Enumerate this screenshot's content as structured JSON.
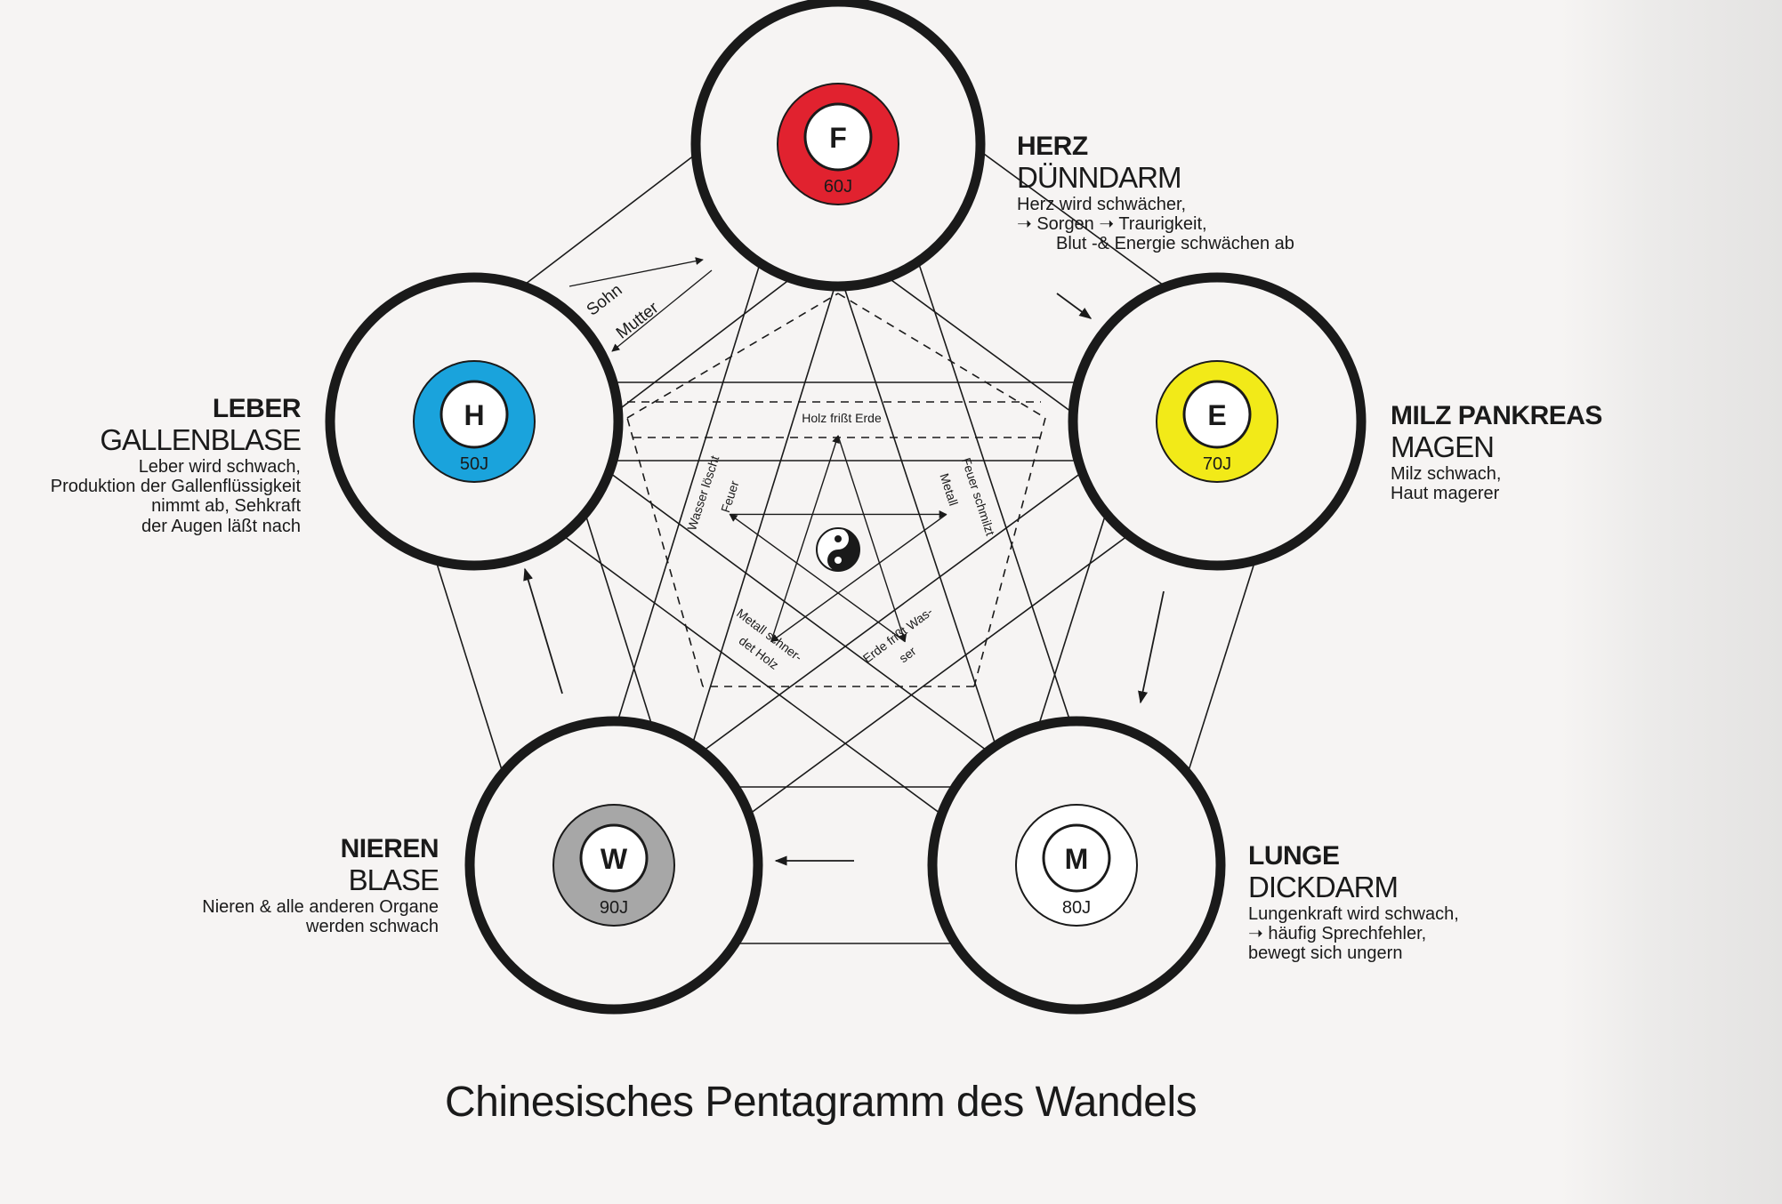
{
  "title": "Chinesisches  Pentagramm des Wandels",
  "elements": [
    {
      "key": "F",
      "letter": "F",
      "age": "60J",
      "color": "#e1222f",
      "organ_primary": "HERZ",
      "organ_secondary": "DÜNNDARM",
      "description": [
        "Herz wird schwächer,",
        "➝ Sorgen ➝ Traurigkeit,",
        "Blut -& Energie schwächen ab"
      ]
    },
    {
      "key": "E",
      "letter": "E",
      "age": "70J",
      "color": "#f2ea18",
      "organ_primary": "MILZ PANKREAS",
      "organ_secondary": "MAGEN",
      "description": [
        "Milz schwach,",
        "Haut magerer"
      ]
    },
    {
      "key": "M",
      "letter": "M",
      "age": "80J",
      "color": "#ffffff",
      "organ_primary": "LUNGE",
      "organ_secondary": "DICKDARM",
      "description": [
        "Lungenkraft wird schwach,",
        "➝ häufig Sprechfehler,",
        "bewegt  sich ungern"
      ]
    },
    {
      "key": "W",
      "letter": "W",
      "age": "90J",
      "color": "#a7a7a7",
      "organ_primary": "NIEREN",
      "organ_secondary": "BLASE",
      "description": [
        "Nieren & alle anderen Organe",
        "werden schwach"
      ]
    },
    {
      "key": "H",
      "letter": "H",
      "age": "50J",
      "color": "#1aa3dc",
      "organ_primary": "LEBER",
      "organ_secondary": "GALLENBLASE",
      "description": [
        "Leber wird schwach,",
        "Produktion  der Gallenflüssigkeit",
        "nimmt ab, Sehkraft",
        "der  Augen läßt nach"
      ]
    }
  ],
  "relations": {
    "sohn": "Sohn",
    "mutter": "Mutter",
    "holz_frisst_erde": "Holz frißt Erde",
    "feuer_schmilzt_metall": [
      "Feuer schmilzt",
      "Metall"
    ],
    "erde_frisst_wasser": [
      "Erde  frißt Was-",
      "ser"
    ],
    "metall_schneidet_holz": [
      "Metall  schner-",
      "det Holz"
    ],
    "wasser_loescht_feuer": [
      "Wasser löscht",
      "Feuer"
    ]
  },
  "colors": {
    "ink": "#1a1a1a",
    "paper": "#f6f4f3"
  },
  "center_icon": "yin-yang-icon"
}
